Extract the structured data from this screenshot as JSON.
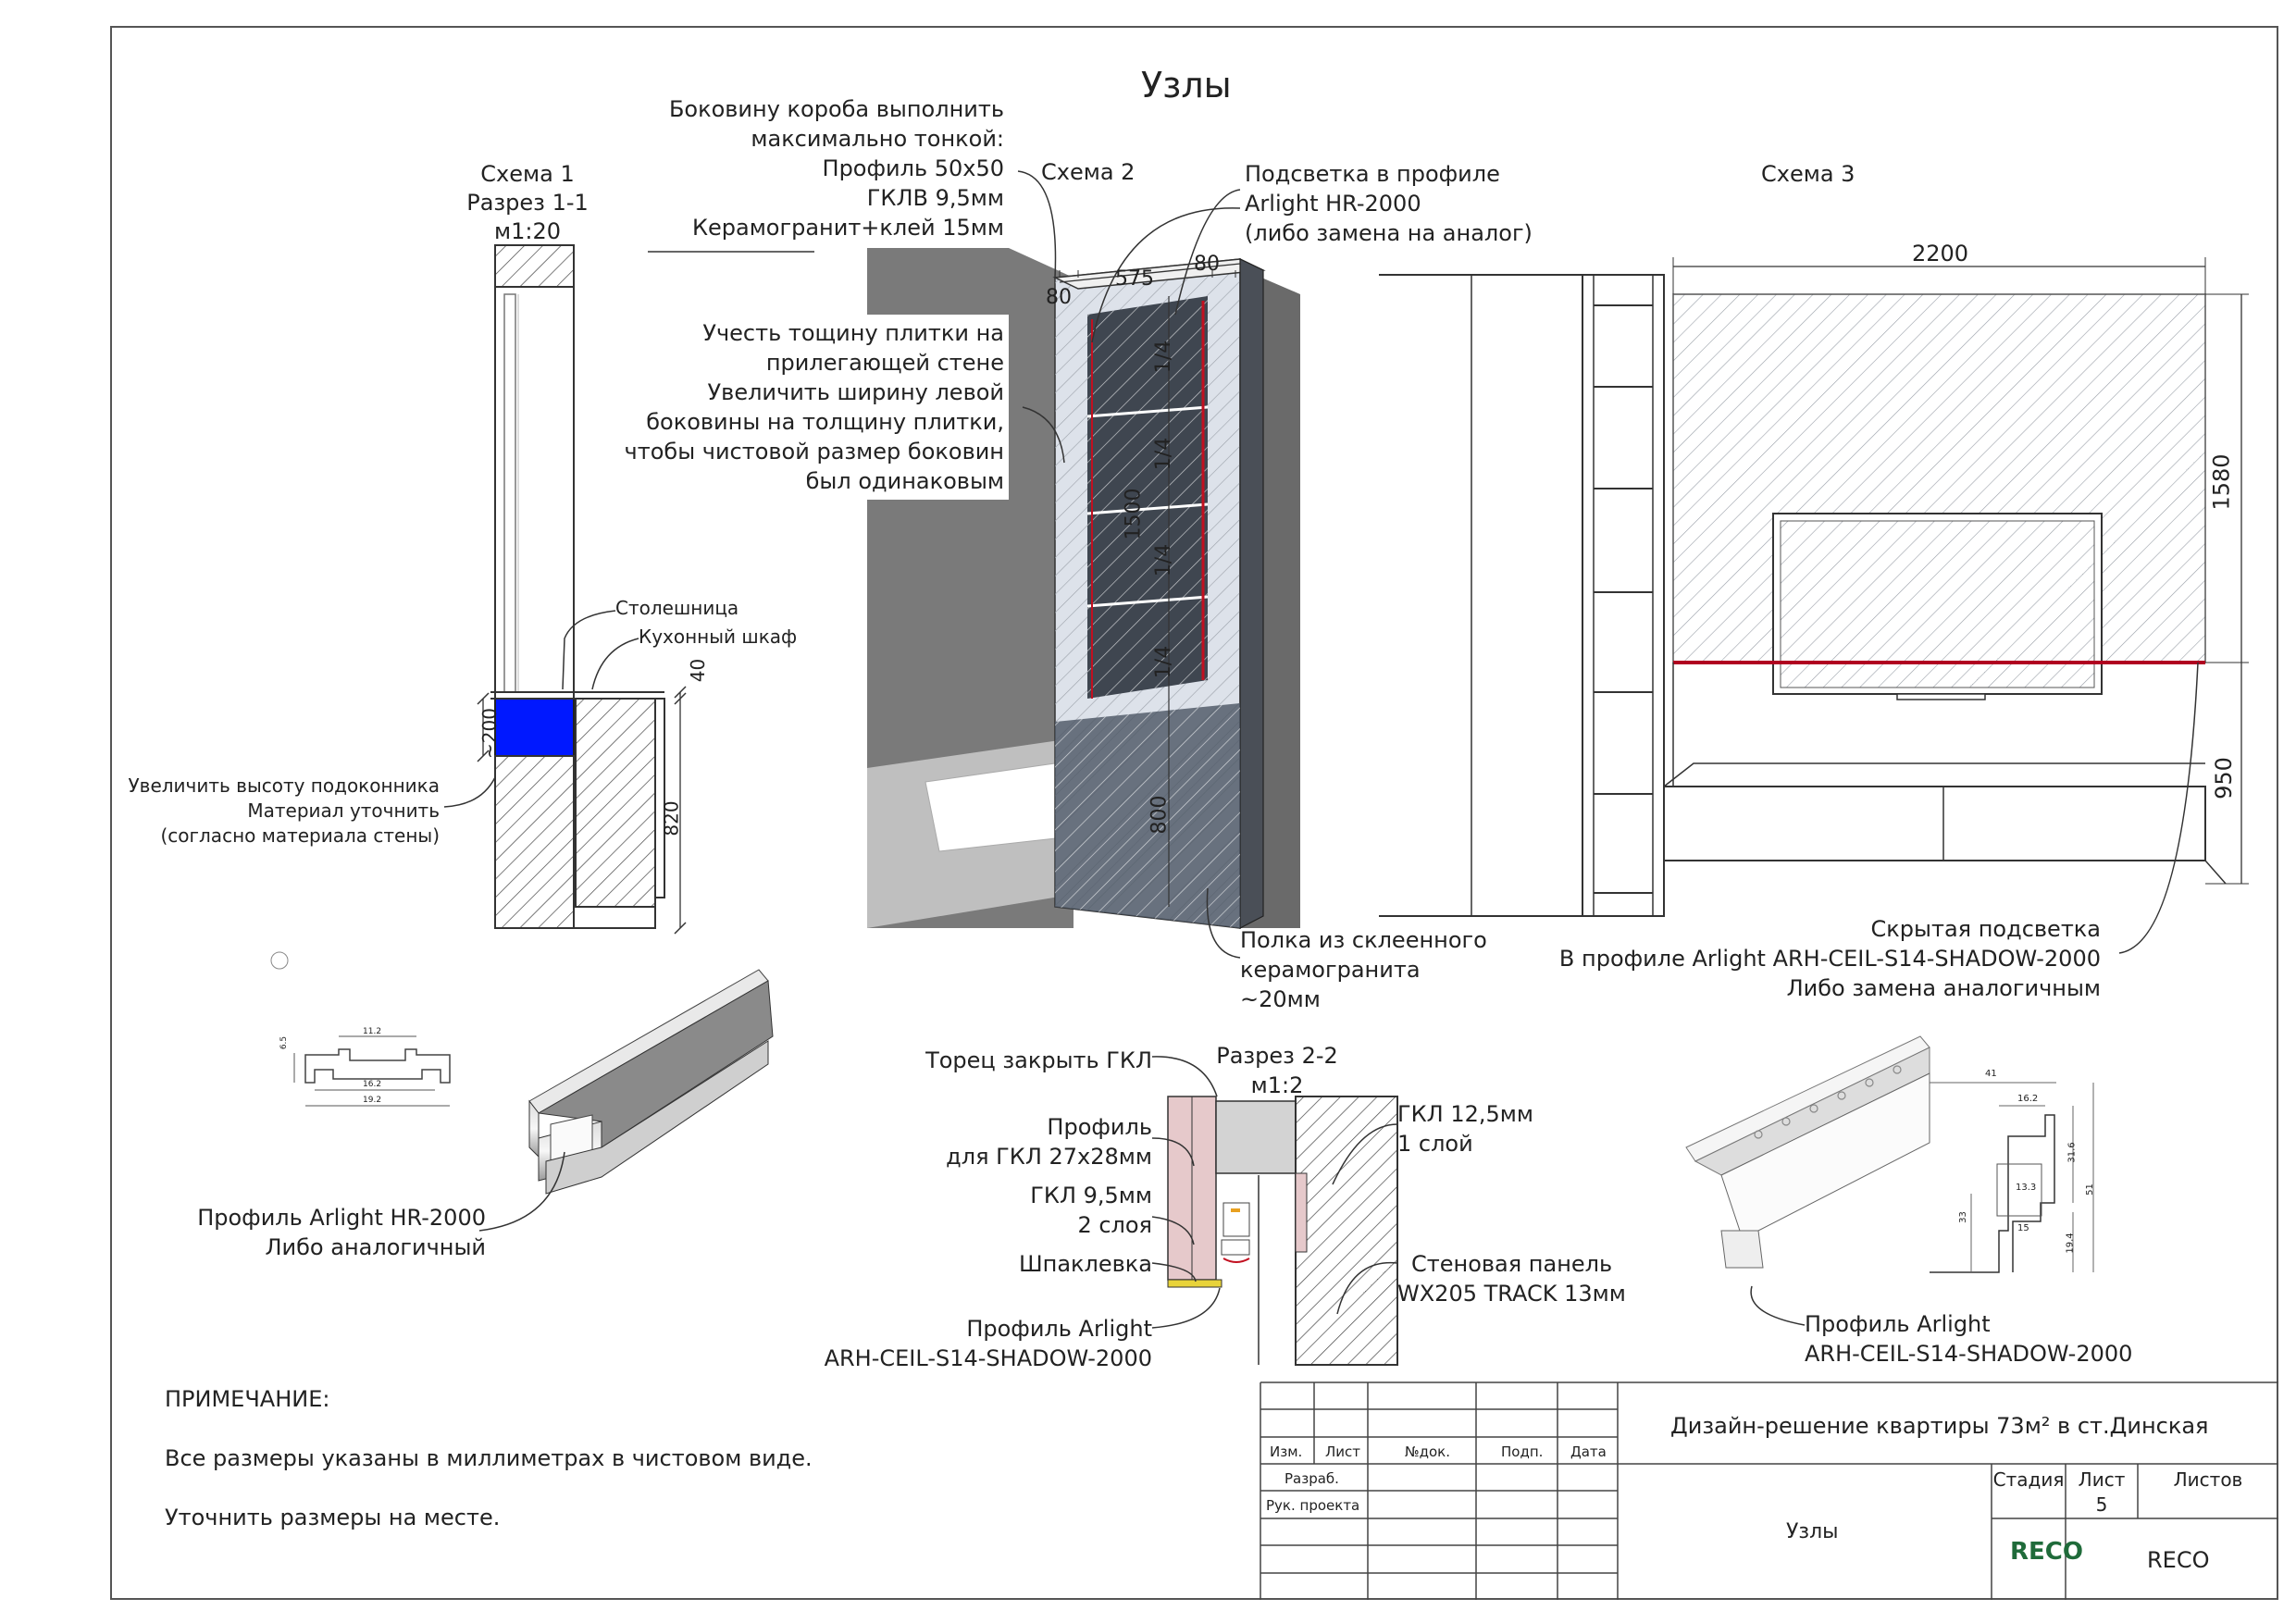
{
  "page_title": "Узлы",
  "colors": {
    "accent_red": "#b00020",
    "blue_sill": "#0018ff",
    "wall_grey": "#7a7a7a",
    "pink_gkl": "#e6c9cb",
    "putty_yellow": "#e8d33a",
    "reco_green": "#1f6b3a"
  },
  "scheme1": {
    "title": [
      "Схема 1",
      "Разрез 1-1",
      "м1:20"
    ],
    "labels": {
      "countertop": "Столешница",
      "kitchen_cabinet": "Кухонный шкаф",
      "sill_note": [
        "Увеличить высоту подоконника",
        "Материал уточнить",
        "(согласно материала стены)"
      ]
    },
    "dims": {
      "sill": "~200",
      "top": "40",
      "height": "820"
    }
  },
  "scheme2": {
    "title": "Схема 2",
    "box_note": [
      "Боковину короба выполнить",
      "максимально тонкой:",
      "Профиль 50х50",
      "ГКЛВ 9,5мм",
      "Керамогранит+клей 15мм"
    ],
    "tile_note": [
      "Учесть тощину плитки на",
      "прилегающей стене",
      "Увеличить ширину левой",
      "боковины на толщину плитки,",
      "чтобы чистовой размер боковин",
      "был одинаковым"
    ],
    "light_note": [
      "Подсветка в профиле",
      "Arlight HR-2000",
      "(либо замена на аналог)"
    ],
    "shelf_note": [
      "Полка из склеенного",
      "керамогранита",
      "~20мм"
    ],
    "dims": {
      "left": "80",
      "width": "575",
      "right": "80",
      "height": "1500",
      "bottom": "800",
      "quarters": [
        "1/4",
        "1/4",
        "1/4",
        "1/4"
      ]
    }
  },
  "scheme3": {
    "title": "Схема 3",
    "dims": {
      "width": "2200",
      "upper": "1580",
      "lower": "950"
    },
    "light_note": [
      "Скрытая подсветка",
      "В профиле Arlight ARH-CEIL-S14-SHADOW-2000",
      "Либо замена аналогичным"
    ]
  },
  "profile_hr": {
    "label": [
      "Профиль Arlight HR-2000",
      "Либо аналогичный"
    ],
    "dims": [
      "11.2",
      "6.5",
      "16.2",
      "19.2"
    ]
  },
  "section22": {
    "title": [
      "Разрез 2-2",
      "м1:2"
    ],
    "labels_left": [
      "Торец закрыть ГКЛ",
      "Профиль",
      "для ГКЛ 27х28мм",
      "ГКЛ 9,5мм",
      "2 слоя",
      "Шпаклевка",
      "Профиль Arlight",
      "ARH-CEIL-S14-SHADOW-2000"
    ],
    "labels_right": [
      "ГКЛ 12,5мм",
      "1 слой",
      "Стеновая панель",
      "WX205 TRACK 13мм"
    ]
  },
  "profile_shadow": {
    "label": [
      "Профиль Arlight",
      "ARH-CEIL-S14-SHADOW-2000"
    ],
    "dims": [
      "41",
      "16.2",
      "13.3",
      "15",
      "33",
      "31.6",
      "51",
      "19.4"
    ]
  },
  "notes": {
    "heading": "ПРИМЕЧАНИЕ:",
    "lines": [
      "Все размеры указаны в миллиметрах в чистовом виде.",
      "Уточнить размеры на месте."
    ]
  },
  "titleblock": {
    "columns": [
      "Изм.",
      "Лист",
      "№док.",
      "Подп.",
      "Дата"
    ],
    "rows": [
      "Разраб.",
      "Рук. проекта"
    ],
    "project": "Дизайн-решение квартиры 73м² в ст.Динская",
    "sheet_name": "Узлы",
    "stage_label": "Стадия",
    "sheet_label": "Лист",
    "sheets_label": "Листов",
    "sheet_number": "5",
    "company": "RECO",
    "logo_text": "RECO"
  }
}
